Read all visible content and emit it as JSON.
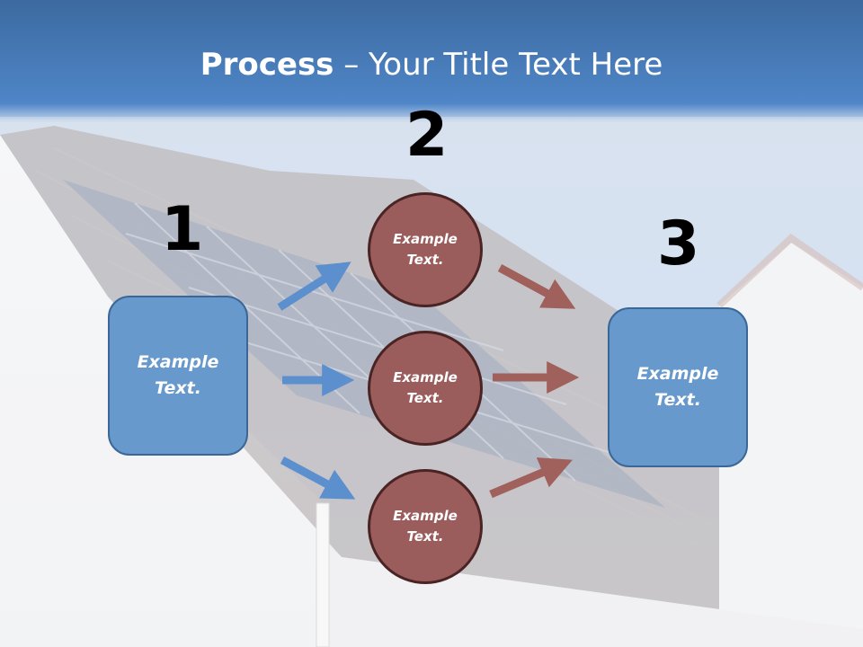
{
  "slide": {
    "title_bold": "Process",
    "title_rest": " – Your Title Text Here"
  },
  "steps": [
    {
      "number": "1",
      "label": "Example\nText."
    },
    {
      "number": "2",
      "items": [
        "Example\nText.",
        "Example\nText.",
        "Example\nText."
      ]
    },
    {
      "number": "3",
      "label": "Example\nText."
    }
  ],
  "colors": {
    "blue_box": "#6799cc",
    "blue_arrow": "#5b8fcd",
    "red_circle": "#9b5c5c",
    "red_arrow": "#a0605c"
  }
}
